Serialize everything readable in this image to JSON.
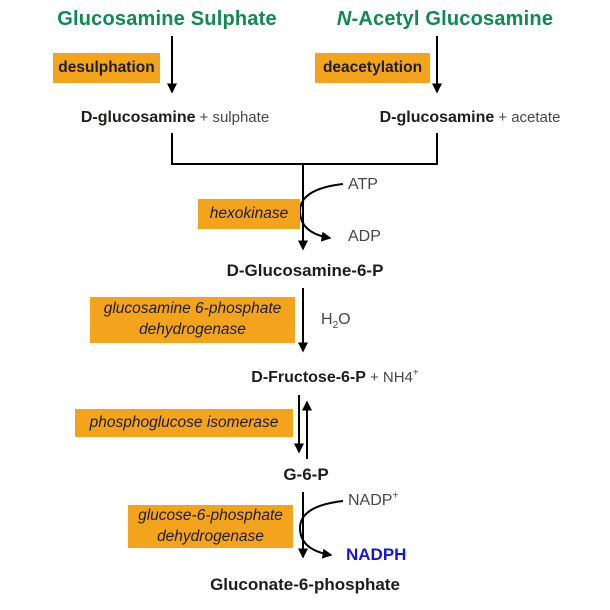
{
  "colors": {
    "title_green": "#0f8a51",
    "enzyme_box_orange": "#f3a41c",
    "cofactor_gray": "#474747",
    "nadph_blue": "#1414e6",
    "text_black": "#1d1d1b",
    "arrow_black": "#000000"
  },
  "sources": {
    "left": {
      "title": "Glucosamine Sulphate",
      "process": "desulphation",
      "product": "D-glucosamine",
      "byproduct": "+ sulphate"
    },
    "right": {
      "title_italic_part": "N",
      "title_rest": "-Acetyl Glucosamine",
      "process": "deacetylation",
      "product": "D-glucosamine",
      "byproduct": "+ acetate"
    }
  },
  "steps": {
    "hexokinase": {
      "enzyme": "hexokinase",
      "cofactor_in": "ATP",
      "cofactor_out": "ADP",
      "product": "D-Glucosamine-6-P"
    },
    "glucosamine_6p_dehydrogenase": {
      "enzyme_line1": "glucosamine 6-phosphate",
      "enzyme_line2": "dehydrogenase",
      "cofactor_base": "H",
      "cofactor_sub": "2",
      "cofactor_end": "O",
      "product": "D-Fructose-6-P",
      "byproduct": "+ NH4",
      "byproduct_sup": "+"
    },
    "phosphoglucose_isomerase": {
      "enzyme": "phosphoglucose isomerase",
      "product": "G-6-P"
    },
    "glucose_6p_dehydrogenase": {
      "enzyme_line1": "glucose-6-phosphate",
      "enzyme_line2": "dehydrogenase",
      "cofactor_in": "NADP",
      "cofactor_in_sup": "+",
      "cofactor_out": "NADPH",
      "product": "Gluconate-6-phosphate"
    }
  }
}
